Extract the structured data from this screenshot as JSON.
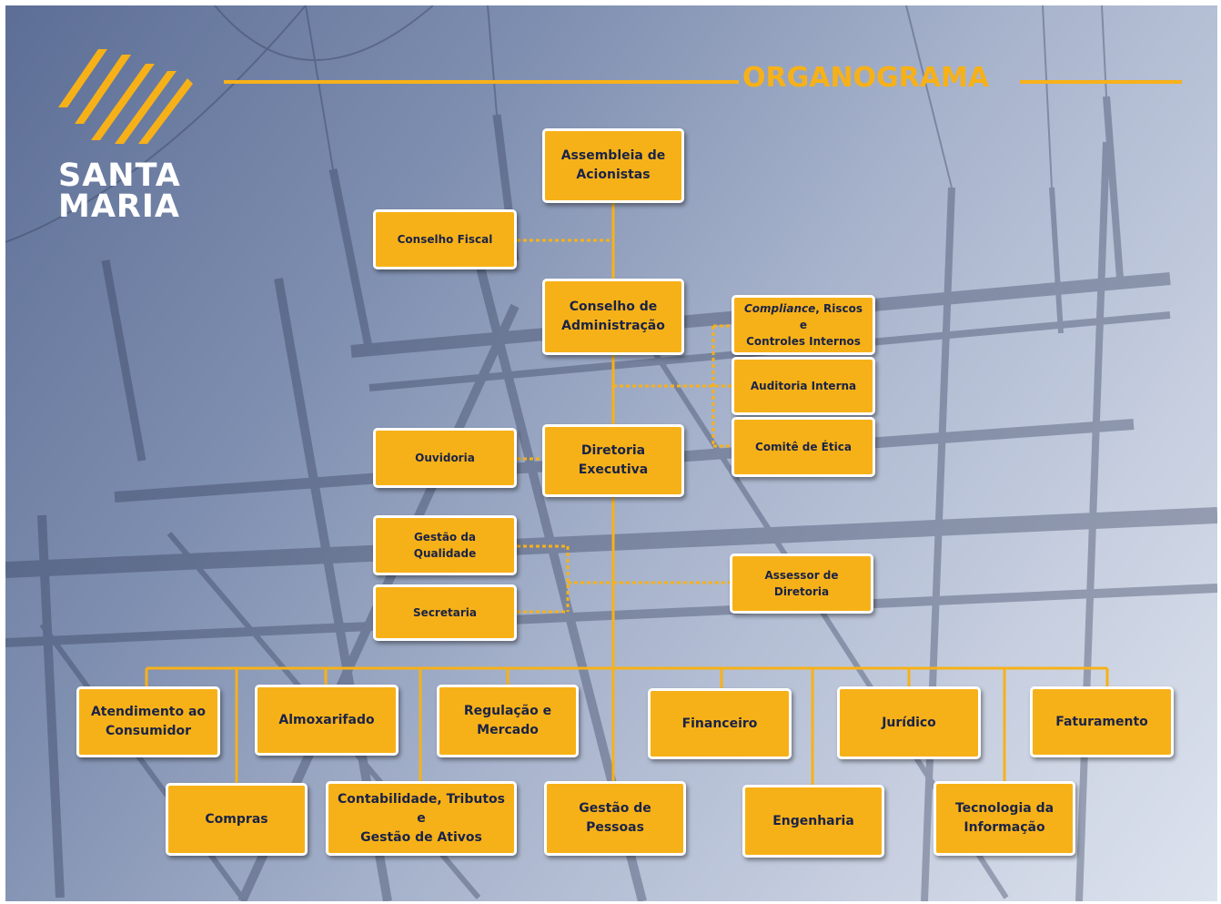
{
  "header": {
    "company_name_line1": "SANTA",
    "company_name_line2": "MARIA",
    "title": "ORGANOGRAMA"
  },
  "colors": {
    "accent": "#f7b118",
    "box_text": "#1a2346",
    "box_border": "#ffffff"
  },
  "nodes": {
    "assembleia": {
      "line1": "Assembleia de",
      "line2": "Acionistas"
    },
    "conselho_fiscal": {
      "line1": "Conselho Fiscal"
    },
    "conselho_administracao": {
      "line1": "Conselho de",
      "line2": "Administração"
    },
    "compliance": {
      "line1_italic": "Compliance",
      "line1_rest": ", Riscos e",
      "line2": "Controles Internos"
    },
    "auditoria_interna": {
      "line1": "Auditoria Interna"
    },
    "comite_etica": {
      "line1": "Comitê de Ética"
    },
    "ouvidoria": {
      "line1": "Ouvidoria"
    },
    "diretoria_executiva": {
      "line1": "Diretoria",
      "line2": "Executiva"
    },
    "gestao_qualidade": {
      "line1": "Gestão da",
      "line2": "Qualidade"
    },
    "secretaria": {
      "line1": "Secretaria"
    },
    "assessor_diretoria": {
      "line1": "Assessor de",
      "line2": "Diretoria"
    },
    "atendimento": {
      "line1": "Atendimento ao",
      "line2": "Consumidor"
    },
    "almoxarifado": {
      "line1": "Almoxarifado"
    },
    "regulacao": {
      "line1": "Regulação e",
      "line2": "Mercado"
    },
    "financeiro": {
      "line1": "Financeiro"
    },
    "juridico": {
      "line1": "Jurídico"
    },
    "faturamento": {
      "line1": "Faturamento"
    },
    "compras": {
      "line1": "Compras"
    },
    "contabilidade": {
      "line1": "Contabilidade, Tributos e",
      "line2": "Gestão de Ativos"
    },
    "gestao_pessoas": {
      "line1": "Gestão de",
      "line2": "Pessoas"
    },
    "engenharia": {
      "line1": "Engenharia"
    },
    "tecnologia": {
      "line1": "Tecnologia da",
      "line2": "Informação"
    }
  }
}
